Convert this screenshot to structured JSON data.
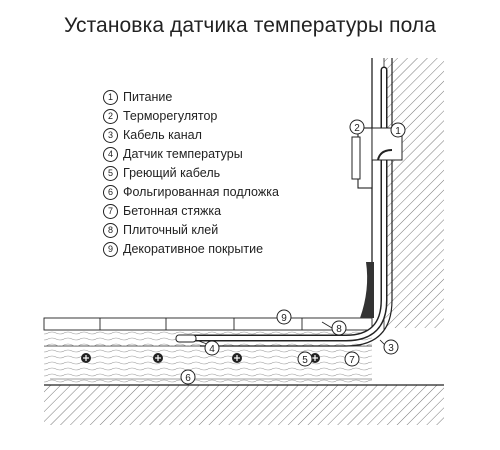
{
  "title": "Установка датчика температуры пола",
  "legend": [
    {
      "num": "1",
      "label": "Питание"
    },
    {
      "num": "2",
      "label": "Терморегулятор"
    },
    {
      "num": "3",
      "label": "Кабель канал"
    },
    {
      "num": "4",
      "label": "Датчик температуры"
    },
    {
      "num": "5",
      "label": "Греющий кабель"
    },
    {
      "num": "6",
      "label": "Фольгированная подложка"
    },
    {
      "num": "7",
      "label": "Бетонная стяжка"
    },
    {
      "num": "8",
      "label": "Плиточный клей"
    },
    {
      "num": "9",
      "label": "Декоративное покрытие"
    }
  ],
  "callouts": {
    "c1": "1",
    "c2": "2",
    "c3": "3",
    "c4": "4",
    "c5": "5",
    "c6": "6",
    "c7": "7",
    "c8": "8",
    "c9": "9"
  },
  "colors": {
    "line": "#222222",
    "hatch": "#555555",
    "fill": "#ffffff"
  }
}
